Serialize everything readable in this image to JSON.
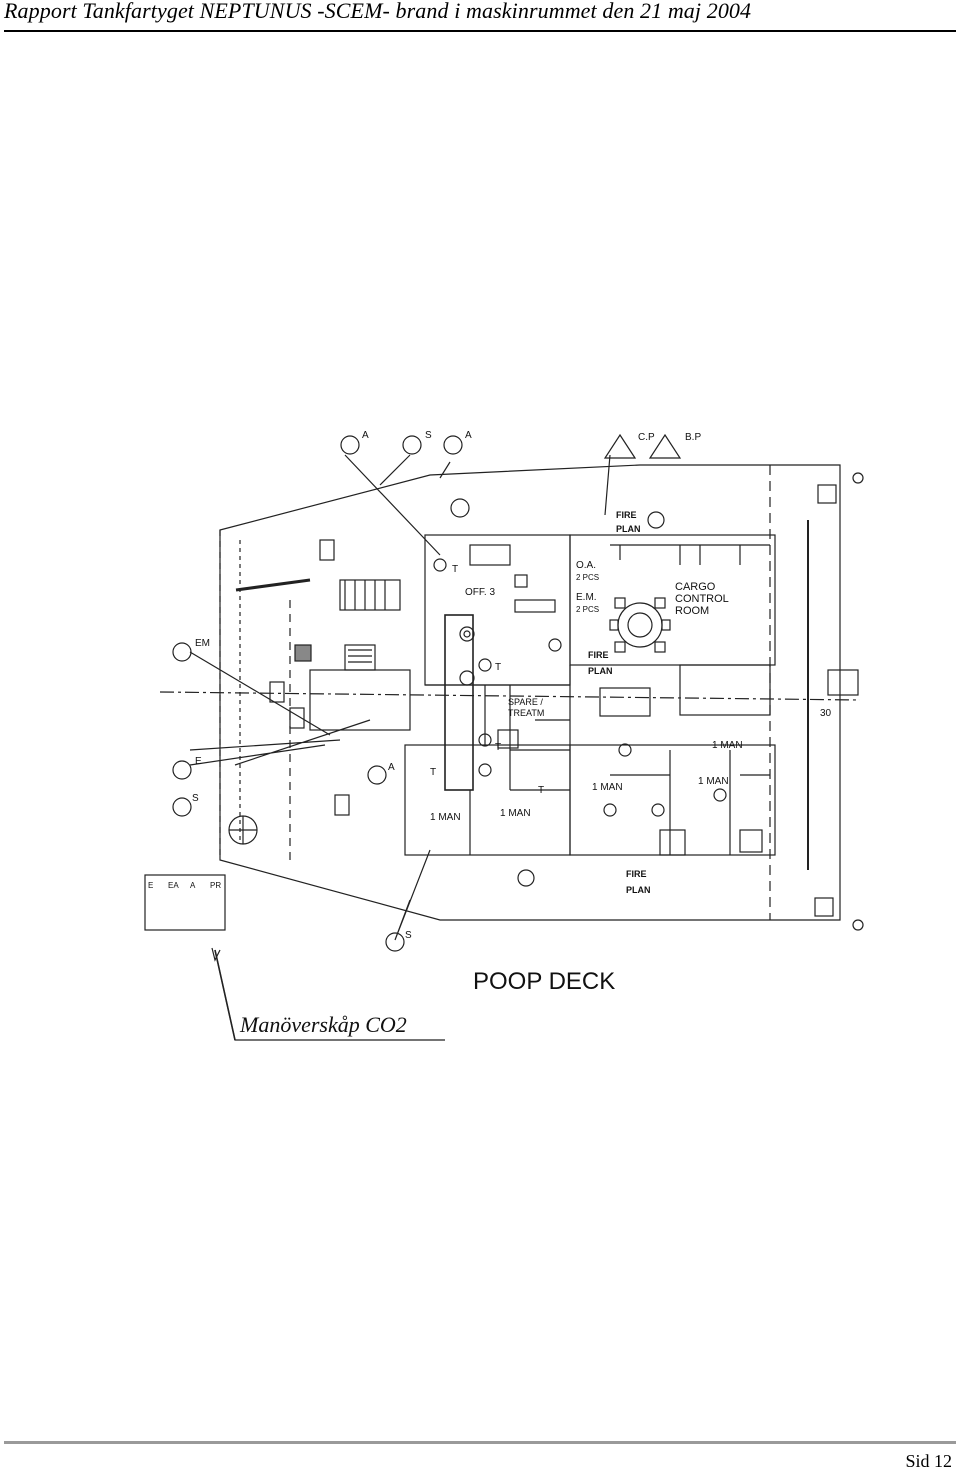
{
  "header": {
    "title": "Rapport Tankfartyget NEPTUNUS -SCEM- brand i maskinrummet den 21 maj 2004"
  },
  "plan": {
    "deck_title": "POOP DECK",
    "handwritten_note": "Manöverskåp CO2",
    "labels": {
      "cargo_control_room_1": "CARGO",
      "cargo_control_room_2": "CONTROL",
      "cargo_control_room_3": "ROOM",
      "off3": "OFF. 3",
      "oa": "O.A.",
      "em_box": "E.M.",
      "pcs1": "2 PCS",
      "pcs2": "2 PCS",
      "fire_plan_a_1": "FIRE",
      "fire_plan_a_2": "PLAN",
      "fire_plan_b_1": "FIRE",
      "fire_plan_b_2": "PLAN",
      "fire_plan_c_1": "FIRE",
      "fire_plan_c_2": "PLAN",
      "spare_1": "SPARE /",
      "spare_2": "TREATM",
      "one_man_a": "1 MAN",
      "one_man_b": "1 MAN",
      "one_man_c": "1 MAN",
      "one_man_d": "1 MAN",
      "one_man_e": "1 MAN",
      "em_left": "EM",
      "e_left": "E",
      "s_left": "S",
      "a_top1": "A",
      "s_top": "S",
      "a_top2": "A",
      "cp": "C.P",
      "bp": "B.P",
      "s_bottom": "S",
      "a_mid": "A",
      "t1": "T",
      "t2": "T",
      "t3": "T",
      "t4": "T",
      "t5": "T",
      "frame30": "30",
      "legend_e": "E",
      "legend_ea": "EA",
      "legend_a": "A",
      "legend_pr": "PR"
    }
  },
  "footer": {
    "page": "Sid 12"
  }
}
